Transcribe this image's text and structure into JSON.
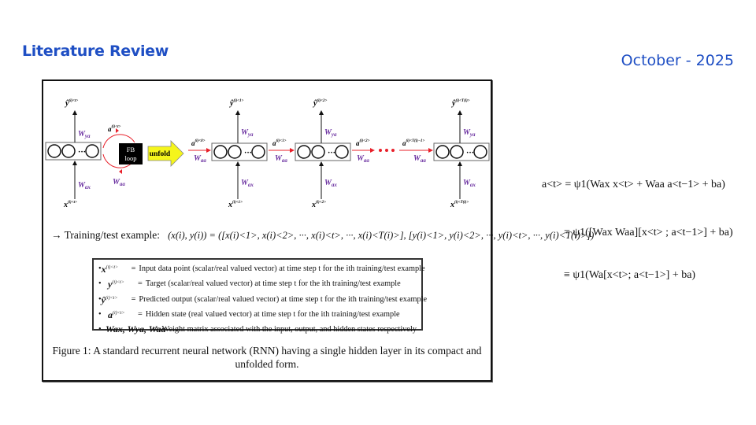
{
  "header": {
    "title": "Literature Review",
    "date": "October - 2025",
    "accent_color": "#1f4fc4"
  },
  "figure": {
    "diagram": {
      "compact": {
        "output_label": "ŷ(i)<t>",
        "input_label": "x(i)<t>",
        "w_ya": "Wya",
        "w_ax": "Wax",
        "w_aa": "Waa",
        "loop_state": "a(i)<t>",
        "fb_loop_label_1": "FB",
        "fb_loop_label_2": "loop",
        "unfold_label": "unfold"
      },
      "steps": [
        {
          "a_in": "a(i)<0>",
          "output": "ŷ(i)<1>",
          "input": "x(i)<1>"
        },
        {
          "a_in": "a(i)<1>",
          "output": "ŷ(i)<2>",
          "input": "x(i)<2>"
        },
        {
          "a_in": "a(i)<2>",
          "output": "",
          "input": ""
        },
        {
          "a_in": "a(i)<T(i)−1>",
          "output": "ŷ(i)<T(i)>",
          "input": "x(i)<T(i)>"
        }
      ],
      "w_ya": "Wya",
      "w_ax": "Wax",
      "w_aa": "Waa",
      "ellipsis": "• • •",
      "neuron_ellipsis": "···"
    },
    "training_example": {
      "prefix": "→ Training/test example:",
      "expression": "(x(i), y(i)) = ([x(i)<1>, x(i)<2>, ···, x(i)<t>, ···, x(i)<T(i)>], [y(i)<1>, y(i)<2>, ···, y(i)<t>, ···, y(i)<T(i)>])"
    },
    "legend": [
      {
        "symbol": "x",
        "sup": "(i)<t>",
        "text": "Input data point (scalar/real valued vector) at time step t for the ith training/test example"
      },
      {
        "symbol": "y",
        "sup": "(i)<t>",
        "text": "Target (scalar/real valued vector) at time step t for the ith training/test example"
      },
      {
        "symbol": "ŷ",
        "sup": "(i)<t>",
        "text": "Predicted output (scalar/real valued vector) at time step t for the ith training/test example"
      },
      {
        "symbol": "a",
        "sup": "(i)<t>",
        "text": "Hidden state (real valued vector) at time step t for the ith training/test example"
      },
      {
        "symbol": "Wax, Wya, Waa",
        "sup": "",
        "text": "Weight matrix associated with the input, output, and hidden states respectively"
      }
    ],
    "caption": "Figure 1: A standard recurrent neural network (RNN) having a single hidden layer in its compact and unfolded form."
  },
  "equations": {
    "line1": "a<t> = ψ1(Wax x<t> + Waa a<t−1> + ba)",
    "line2": "= ψ1([Wax Waa][x<t> ; a<t−1>] + ba)",
    "line3": "≡ ψ1(Wa[x<t>; a<t−1>] + ba)"
  }
}
